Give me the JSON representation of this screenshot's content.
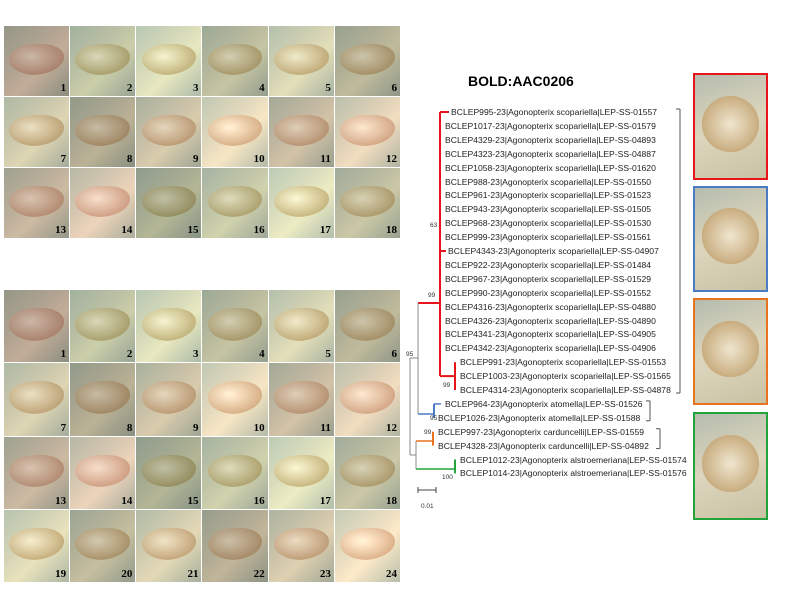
{
  "title": "BOLD:AAC0206",
  "top_grid": {
    "numbers": [
      "1",
      "2",
      "3",
      "4",
      "5",
      "6",
      "7",
      "8",
      "9",
      "10",
      "11",
      "12",
      "13",
      "14",
      "15",
      "16",
      "17",
      "18"
    ]
  },
  "bottom_grid": {
    "numbers": [
      "1",
      "2",
      "3",
      "4",
      "5",
      "6",
      "7",
      "8",
      "9",
      "10",
      "11",
      "12",
      "13",
      "14",
      "15",
      "16",
      "17",
      "18",
      "19",
      "20",
      "21",
      "22",
      "23",
      "24"
    ]
  },
  "tree": {
    "labels": [
      "BCLEP995-23|Agonopterix scopariella|LEP-SS-01557",
      "BCLEP1017-23|Agonopterix scopariella|LEP-SS-01579",
      "BCLEP4329-23|Agonopterix scopariella|LEP-SS-04893",
      "BCLEP4323-23|Agonopterix scopariella|LEP-SS-04887",
      "BCLEP1058-23|Agonopterix scopariella|LEP-SS-01620",
      "BCLEP988-23|Agonopterix scopariella|LEP-SS-01550",
      "BCLEP961-23|Agonopterix scopariella|LEP-SS-01523",
      "BCLEP943-23|Agonopterix scopariella|LEP-SS-01505",
      "BCLEP968-23|Agonopterix scopariella|LEP-SS-01530",
      "BCLEP999-23|Agonopterix scopariella|LEP-SS-01561",
      "BCLEP4343-23|Agonopterix scopariella|LEP-SS-04907",
      "BCLEP922-23|Agonopterix scopariella|LEP-SS-01484",
      "BCLEP967-23|Agonopterix scopariella|LEP-SS-01529",
      "BCLEP990-23|Agonopterix scopariella|LEP-SS-01552",
      "BCLEP4316-23|Agonopterix scopariella|LEP-SS-04880",
      "BCLEP4326-23|Agonopterix scopariella|LEP-SS-04890",
      "BCLEP4341-23|Agonopterix scopariella|LEP-SS-04905",
      "BCLEP4342-23|Agonopterix scopariella|LEP-SS-04906",
      "BCLEP991-23|Agonopterix scopariella|LEP-SS-01553",
      "BCLEP1003-23|Agonopterix scopariella|LEP-SS-01565",
      "BCLEP4314-23|Agonopterix scopariella|LEP-SS-04878",
      "BCLEP964-23|Agonopterix atomella|LEP-SS-01526",
      "BCLEP1026-23|Agonopterix atomella|LEP-SS-01588",
      "BCLEP997-23|Agonopterix carduncelli|LEP-SS-01559",
      "BCLEP4328-23|Agonopterix carduncelli|LEP-SS-04892",
      "BCLEP1012-23|Agonopterix alstroemeriana|LEP-SS-01574",
      "BCLEP1014-23|Agonopterix alstroemeriana|LEP-SS-01576"
    ],
    "bootstrap": [
      "63",
      "99",
      "99",
      "95",
      "95",
      "99",
      "100"
    ],
    "scale_label": "0.01",
    "colors": {
      "scopariella": "#e8141b",
      "atomella": "#4a7cc4",
      "carduncelli": "#e8731e",
      "alstroemeriana": "#22a33c",
      "root": "#888888"
    }
  }
}
